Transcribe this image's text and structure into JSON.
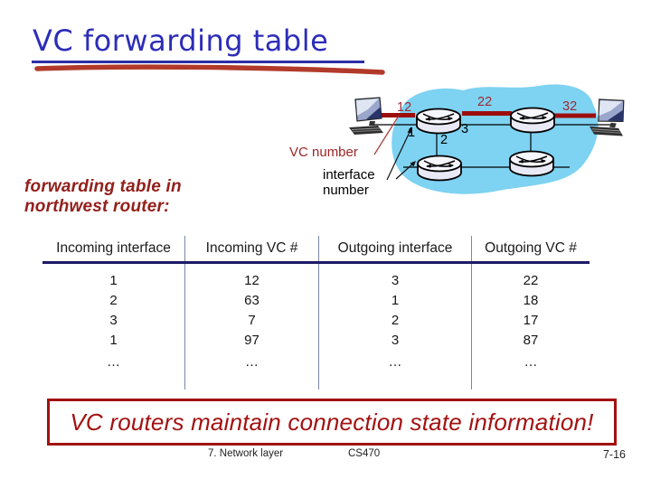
{
  "colors": {
    "title_blue": "#2d2db8",
    "marker_red": "#b23a2a",
    "dark_red_text": "#93201c",
    "banner_red": "#a31111",
    "vc_link_red": "#9d0d0d",
    "network_cloud_blue": "#7ed2f2",
    "table_rule_navy": "#1b1b66"
  },
  "slide": {
    "title": "VC forwarding table",
    "banner": "VC routers maintain connection state information!",
    "footer": {
      "section": "7. Network layer",
      "course": "CS470",
      "page": "7-16"
    }
  },
  "diagram": {
    "vc_number_label": "VC number",
    "interface_label_line1": "interface",
    "interface_label_line2": "number",
    "caption_line1": "forwarding table in",
    "caption_line2": "northwest router:",
    "vc_labels": {
      "left_link": "12",
      "middle_link": "22",
      "right_link": "32"
    },
    "interface_numbers": {
      "if1": "1",
      "if2": "2",
      "if3": "3"
    }
  },
  "forwarding_table": {
    "columns": [
      "Incoming interface",
      "Incoming VC #",
      "Outgoing interface",
      "Outgoing VC #"
    ],
    "rows": [
      [
        "1",
        "12",
        "3",
        "22"
      ],
      [
        "2",
        "63",
        "1",
        "18"
      ],
      [
        "3",
        "7",
        "2",
        "17"
      ],
      [
        "1",
        "97",
        "3",
        "87"
      ],
      [
        "…",
        "…",
        "…",
        "…"
      ]
    ]
  }
}
